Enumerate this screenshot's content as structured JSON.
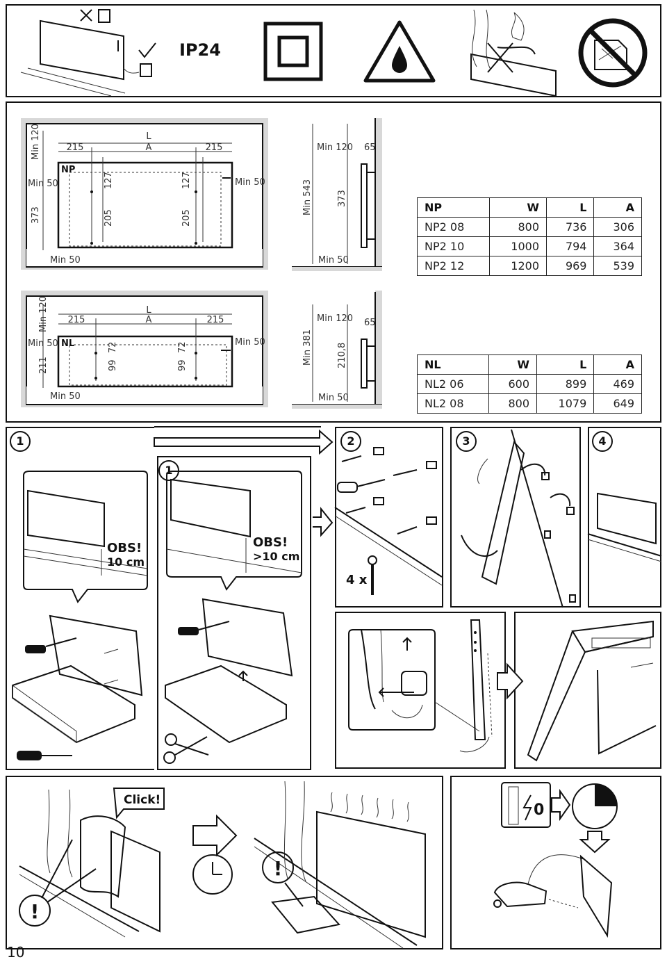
{
  "header": {
    "ip_rating": "IP24"
  },
  "np": {
    "label": "NP",
    "front": {
      "L": "L",
      "A": "A",
      "side_left": "215",
      "side_right": "215",
      "min_top": "Min 120",
      "min_left": "Min 50",
      "min_right": "Min 50",
      "min_bottom": "Min 50",
      "height": "373",
      "upper": "127",
      "lower": "205"
    },
    "side": {
      "min_total": "Min 543",
      "min_top": "Min 120",
      "depth": "65",
      "height": "373",
      "min_bottom": "Min 50"
    },
    "table": {
      "headers": [
        "NP",
        "W",
        "L",
        "A"
      ],
      "rows": [
        [
          "NP2 08",
          "800",
          "736",
          "306"
        ],
        [
          "NP2 10",
          "1000",
          "794",
          "364"
        ],
        [
          "NP2 12",
          "1200",
          "969",
          "539"
        ]
      ]
    }
  },
  "nl": {
    "label": "NL",
    "front": {
      "L": "L",
      "A": "A",
      "side_left": "215",
      "side_right": "215",
      "min_top": "Min 120",
      "min_left": "Min 50",
      "min_right": "Min 50",
      "min_bottom": "Min 50",
      "height": "211",
      "upper": "72",
      "lower": "99"
    },
    "side": {
      "min_total": "Min 381",
      "min_top": "Min 120",
      "depth": "65",
      "height": "210,8",
      "min_bottom": "Min 50"
    },
    "table": {
      "headers": [
        "NL",
        "W",
        "L",
        "A"
      ],
      "rows": [
        [
          "NL2 06",
          "600",
          "899",
          "469"
        ],
        [
          "NL2 08",
          "800",
          "1079",
          "649"
        ]
      ]
    }
  },
  "steps": {
    "s1": "1",
    "s1b": "1",
    "s2": "2",
    "s3": "3",
    "s4": "4"
  },
  "notes": {
    "obs1": "OBS!",
    "obs1_dist": "10 cm",
    "obs2": "OBS!",
    "obs2_dist": ">10 cm",
    "screws": "4 x",
    "click": "Click!",
    "warn": "!",
    "power_zero": "0"
  },
  "page_number": "10"
}
